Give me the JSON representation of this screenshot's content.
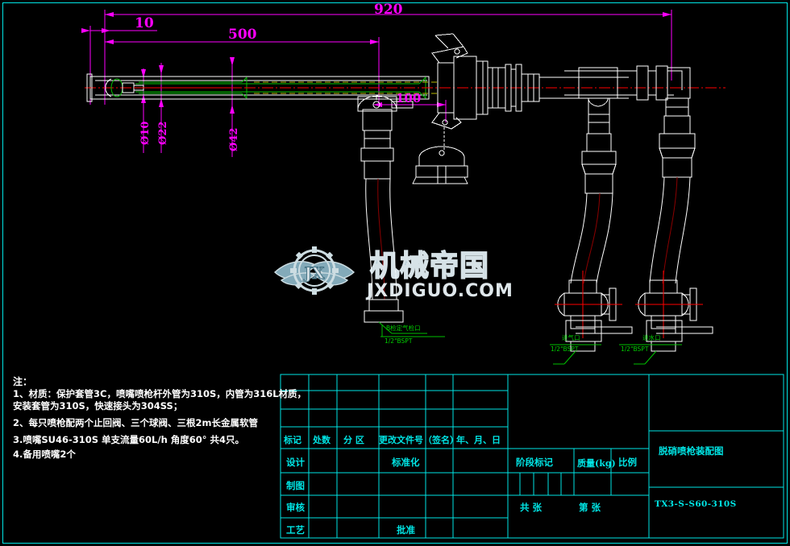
{
  "drawing": {
    "title_cn": "脱硝喷枪装配图",
    "drawing_number": "TX3-S-S60-310S",
    "background_color": "#000000",
    "line_color": "#ffffff",
    "dimension_color": "#ff00ff",
    "label_color": "#00d000",
    "titleblock_color": "#00e5e5",
    "centerline_color": "#ff0000"
  },
  "dimensions": {
    "overall_length": "920",
    "tip_offset": "10",
    "lance_length": "500",
    "coupling_offset": "100",
    "dia_inner": "Ø10",
    "dia_mid": "Ø22",
    "dia_outer": "Ø42"
  },
  "port_labels": [
    {
      "name_cn": "B检定气检口",
      "spec": "1/2\"BSPT"
    },
    {
      "name_cn": "进气口",
      "spec": "1/2\"BSPT"
    },
    {
      "name_cn": "进水口",
      "spec": "1/2\"BSPT"
    }
  ],
  "notes": {
    "heading": "注：",
    "lines": [
      "1、材质：保护套管3C，喷嘴喷枪杆外管为310S，内管为316L材质，",
      "安装套管为310S，快速接头为304SS；",
      "2、每只喷枪配两个止回阀、三个球阀、三根2m长金属软管",
      "3.喷嘴SU46-310S  单支流量60L/h  角度60°  共4只。",
      "4.备用喷嘴2个"
    ]
  },
  "title_block": {
    "revision_header": [
      "标记",
      "处数",
      "分 区",
      "更改文件号（签名）",
      "年、月、日"
    ],
    "role_rows": [
      {
        "role": "设计",
        "aux": "标准化"
      },
      {
        "role": "制图",
        "aux": ""
      },
      {
        "role": "审核",
        "aux": ""
      },
      {
        "role": "工艺",
        "aux": "批准"
      }
    ],
    "stage_header": "阶段标记",
    "mass_header": "质量(kg)",
    "scale_header": "比例",
    "sheet_total_label": "共    张",
    "sheet_index_label": "第    张"
  },
  "watermark": {
    "text_cn": "机械帝国",
    "domain": "JXDIGUO.COM",
    "logo_letters": "JX"
  }
}
